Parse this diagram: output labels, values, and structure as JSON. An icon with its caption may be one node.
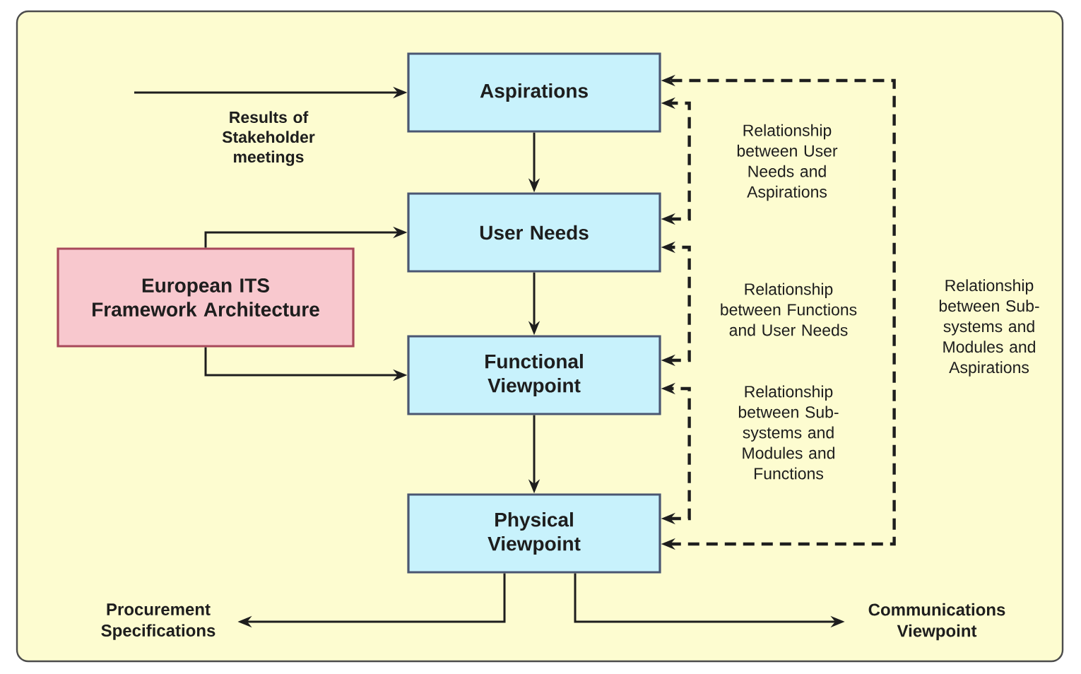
{
  "diagram": {
    "nodes": [
      {
        "text": [
          "Aspirations"
        ]
      },
      {
        "text": [
          "User Needs"
        ]
      },
      {
        "text": [
          "Functional Viewpoint"
        ]
      },
      {
        "text": [
          "Physical Viewpoint"
        ]
      },
      {
        "text": [
          "European ITS Framework Architecture"
        ]
      },
      {
        "text": [
          "Procurement Specifications"
        ]
      },
      {
        "text": [
          "Communications Viewpoint"
        ]
      }
    ],
    "edges": [
      {
        "from": null,
        "to": 0,
        "arrow": "to",
        "label": "Results of Stakeholder meetings"
      },
      {
        "from": 0,
        "to": 1,
        "arrow": "to"
      },
      {
        "from": 1,
        "to": 2,
        "arrow": "to"
      },
      {
        "from": 2,
        "to": 3,
        "arrow": "to"
      },
      {
        "from": 4,
        "to": 1,
        "arrow": "to"
      },
      {
        "from": 4,
        "to": 2,
        "arrow": "to"
      },
      {
        "from": 3,
        "to": 5,
        "arrow": "to"
      },
      {
        "from": 3,
        "to": 6,
        "arrow": "to"
      },
      {
        "from": 1,
        "to": 0,
        "arrow": "both",
        "style": "dashed",
        "label": "Relationship between User Needs and Aspirations"
      },
      {
        "from": 2,
        "to": 1,
        "arrow": "both",
        "style": "dashed",
        "label": "Relationship between Functions and User Needs"
      },
      {
        "from": 3,
        "to": 2,
        "arrow": "both",
        "style": "dashed",
        "label": "Relationship between Sub-systems and Modules and Functions"
      },
      {
        "from": 3,
        "to": 0,
        "arrow": "both",
        "style": "dashed",
        "label": "Relationship between Sub-systems and Modules and Aspirations"
      }
    ]
  }
}
